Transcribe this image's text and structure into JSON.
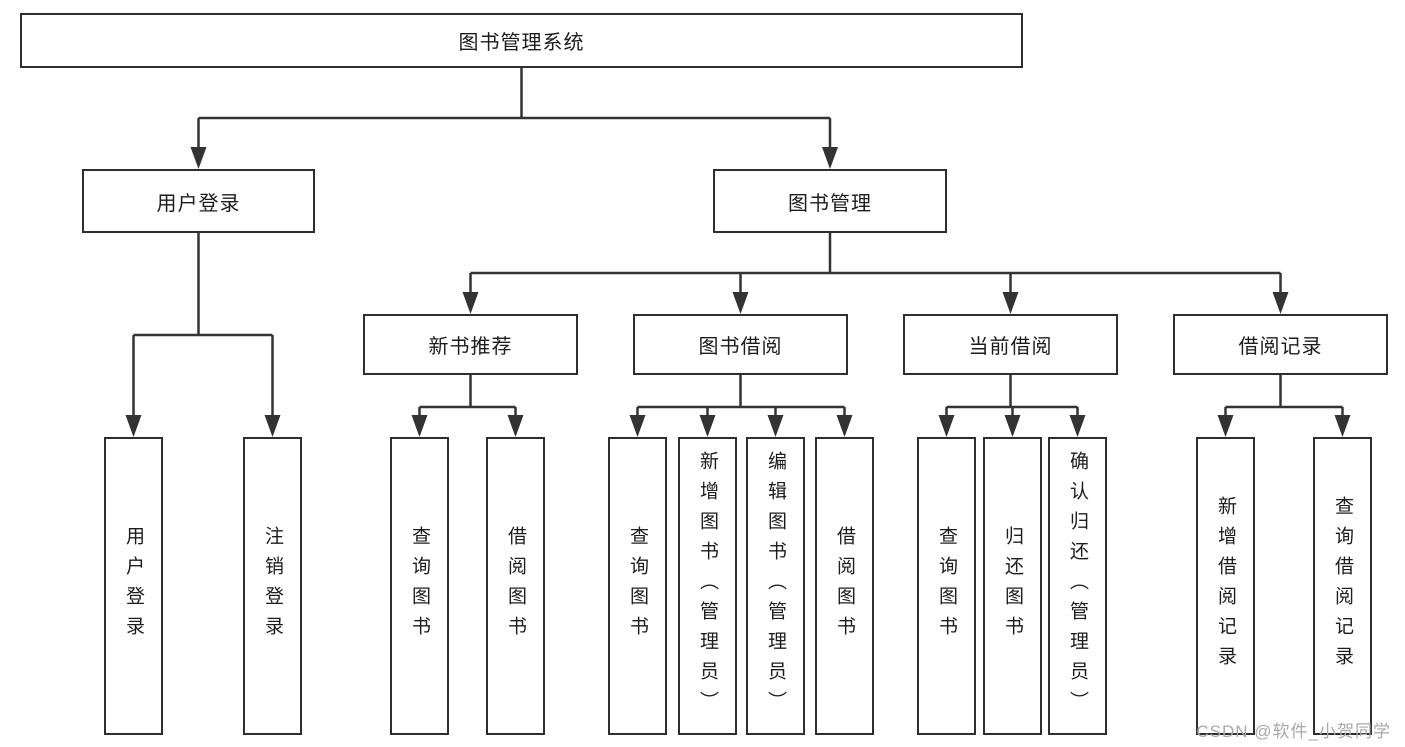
{
  "colors": {
    "line": "#333333",
    "box-border": "#2e2e2e",
    "text": "#1c1c1c",
    "watermark": "#a8a8a8",
    "background": "#ffffff"
  },
  "watermark": {
    "text": "CSDN @软件_小贺同学"
  },
  "tree": {
    "root": {
      "label": "图书管理系统",
      "children": [
        {
          "label": "用户登录",
          "children": [
            {
              "label": "用户登录"
            },
            {
              "label": "注销登录"
            }
          ]
        },
        {
          "label": "图书管理",
          "children": [
            {
              "label": "新书推荐",
              "children": [
                {
                  "label": "查询图书"
                },
                {
                  "label": "借阅图书"
                }
              ]
            },
            {
              "label": "图书借阅",
              "children": [
                {
                  "label": "查询图书"
                },
                {
                  "label": "新增图书（管理员）"
                },
                {
                  "label": "编辑图书（管理员）"
                },
                {
                  "label": "借阅图书"
                }
              ]
            },
            {
              "label": "当前借阅",
              "children": [
                {
                  "label": "查询图书"
                },
                {
                  "label": "归还图书"
                },
                {
                  "label": "确认归还（管理员）"
                }
              ]
            },
            {
              "label": "借阅记录",
              "children": [
                {
                  "label": "新增借阅记录"
                },
                {
                  "label": "查询借阅记录"
                }
              ]
            }
          ]
        }
      ]
    }
  }
}
